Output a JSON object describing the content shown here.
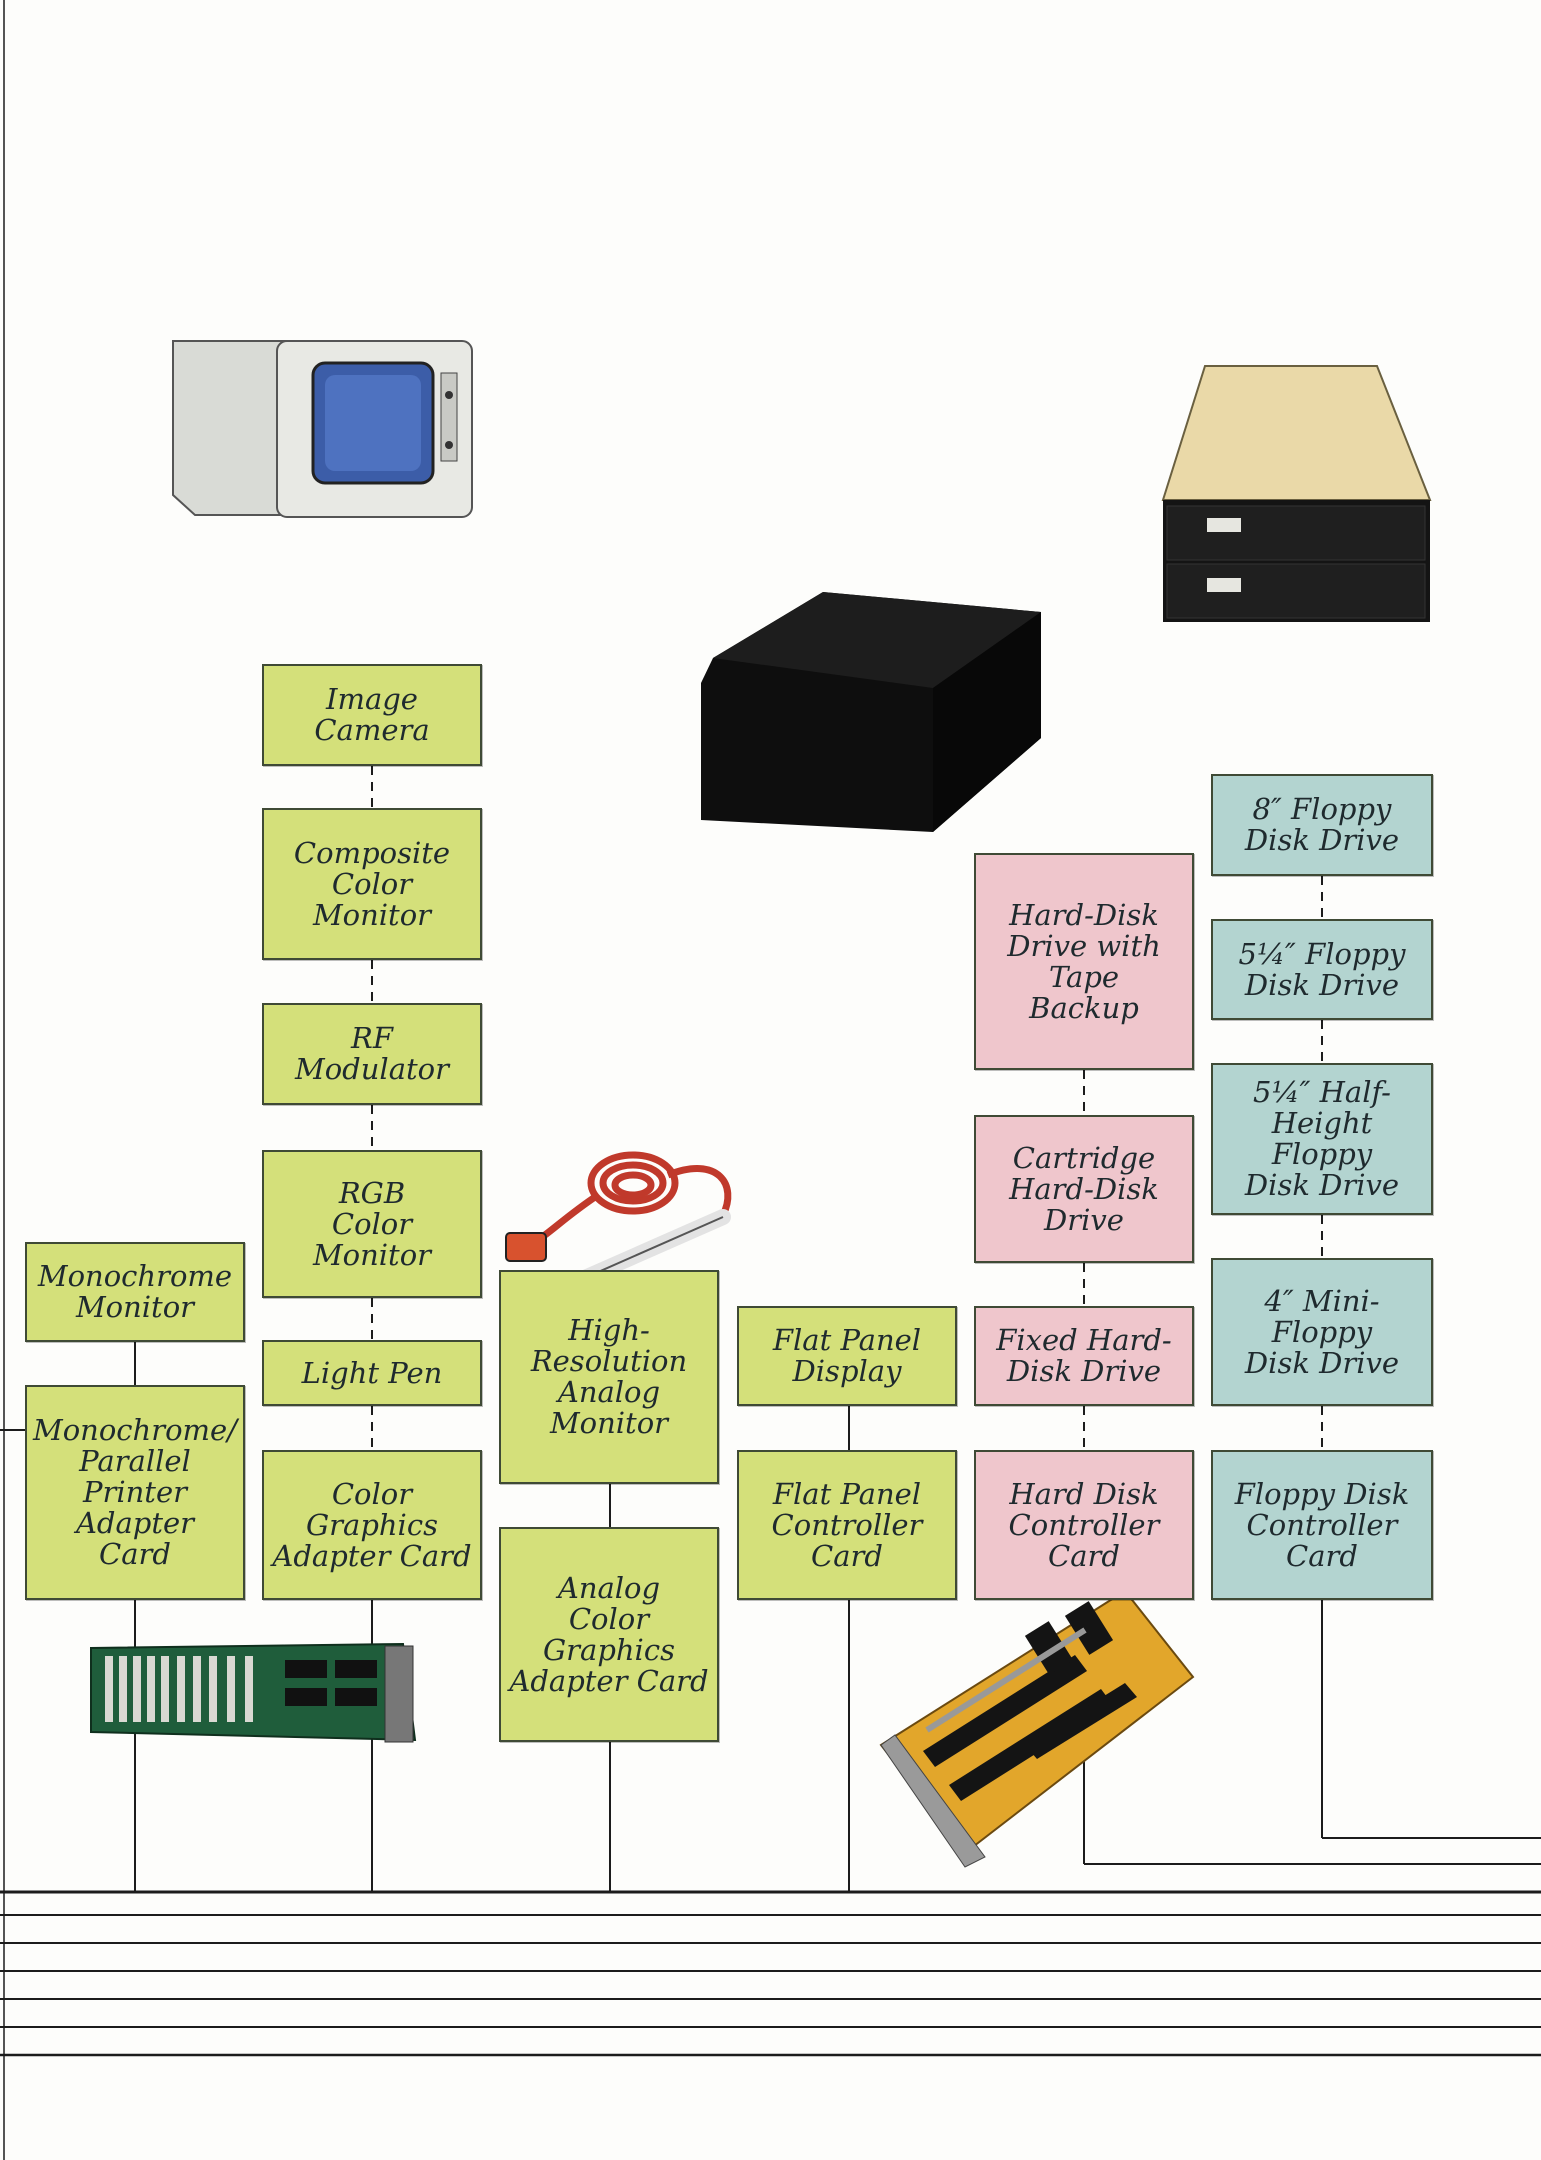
{
  "colors": {
    "display_group": "#d4e07a",
    "hard_disk_group": "#efc6cc",
    "floppy_group": "#b3d4d0",
    "line": "#1c1c1c"
  },
  "boxes": {
    "image_camera": "Image\nCamera",
    "composite_color_monitor": "Composite\nColor\nMonitor",
    "rf_modulator": "RF\nModulator",
    "rgb_color_monitor": "RGB\nColor\nMonitor",
    "light_pen": "Light Pen",
    "color_graphics_adapter_card": "Color\nGraphics\nAdapter Card",
    "monochrome_monitor": "Monochrome\nMonitor",
    "monochrome_parallel_printer_adapter_card": "Monochrome/\nParallel\nPrinter\nAdapter\nCard",
    "high_resolution_analog_monitor": "High-\nResolution\nAnalog\nMonitor",
    "analog_color_graphics_adapter_card": "Analog\nColor\nGraphics\nAdapter Card",
    "flat_panel_display": "Flat Panel\nDisplay",
    "flat_panel_controller_card": "Flat Panel\nController\nCard",
    "hard_disk_drive_tape_backup": "Hard-Disk\nDrive with\nTape\nBackup",
    "cartridge_hard_disk_drive": "Cartridge\nHard-Disk\nDrive",
    "fixed_hard_disk_drive": "Fixed Hard-\nDisk Drive",
    "hard_disk_controller_card": "Hard Disk\nController\nCard",
    "floppy_8": "8″ Floppy\nDisk Drive",
    "floppy_525": "5¼″ Floppy\nDisk Drive",
    "floppy_525_half": "5¼″ Half-\nHeight Floppy\nDisk Drive",
    "floppy_4_mini": "4″ Mini-\nFloppy\nDisk Drive",
    "floppy_disk_controller_card": "Floppy Disk\nController\nCard"
  },
  "illustrations": [
    "monochrome-monitor-illustration",
    "dual-floppy-drive-illustration",
    "hard-disk-unit-illustration",
    "light-pen-illustration",
    "adapter-card-illustration",
    "controller-card-illustration"
  ]
}
